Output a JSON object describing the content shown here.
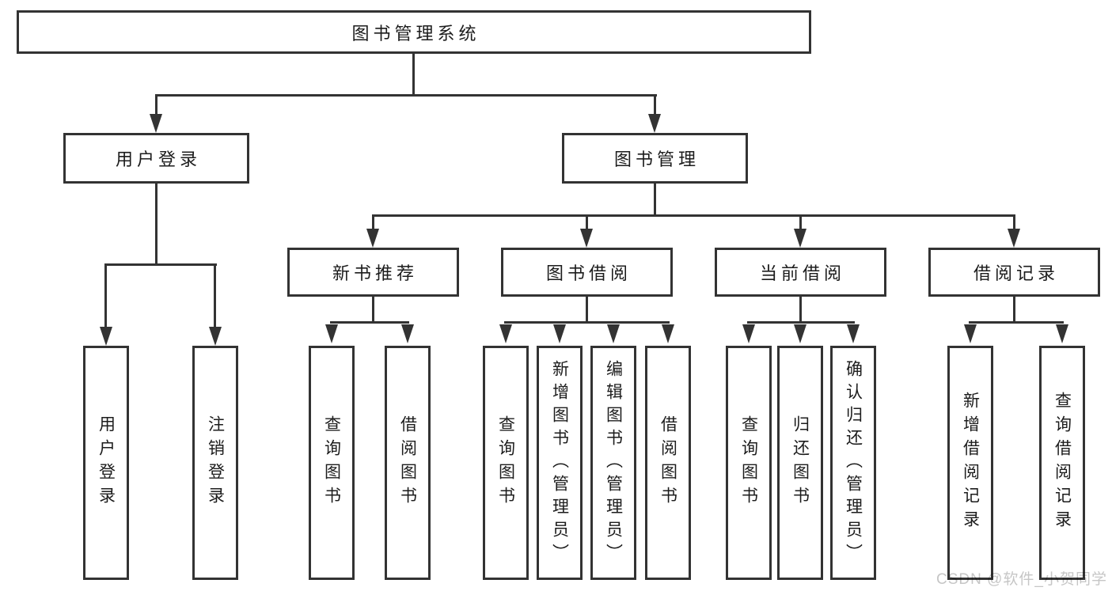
{
  "diagram": {
    "title": "图书管理系统",
    "root": {
      "label": "图书管理系统"
    },
    "level2": [
      {
        "label": "用户登录"
      },
      {
        "label": "图书管理"
      }
    ],
    "level3": [
      {
        "label": "新书推荐",
        "parent": "图书管理"
      },
      {
        "label": "图书借阅",
        "parent": "图书管理"
      },
      {
        "label": "当前借阅",
        "parent": "图书管理"
      },
      {
        "label": "借阅记录",
        "parent": "图书管理"
      }
    ],
    "leaves": [
      {
        "label": "用户登录",
        "parent": "用户登录"
      },
      {
        "label": "注销登录",
        "parent": "用户登录"
      },
      {
        "label": "查询图书",
        "parent": "新书推荐"
      },
      {
        "label": "借阅图书",
        "parent": "新书推荐"
      },
      {
        "label": "查询图书",
        "parent": "图书借阅"
      },
      {
        "label": "新增图书（管理员）",
        "parent": "图书借阅"
      },
      {
        "label": "编辑图书（管理员）",
        "parent": "图书借阅"
      },
      {
        "label": "借阅图书",
        "parent": "图书借阅"
      },
      {
        "label": "查询图书",
        "parent": "当前借阅"
      },
      {
        "label": "归还图书",
        "parent": "当前借阅"
      },
      {
        "label": "确认归还（管理员）",
        "parent": "当前借阅"
      },
      {
        "label": "新增借阅记录",
        "parent": "借阅记录"
      },
      {
        "label": "查询借阅记录",
        "parent": "借阅记录"
      }
    ],
    "watermark": "CSDN @软件_小贺同学",
    "colors": {
      "line": "#333333",
      "text": "#1c1c1c",
      "watermark": "#c6c6c6",
      "background": "#ffffff"
    }
  }
}
